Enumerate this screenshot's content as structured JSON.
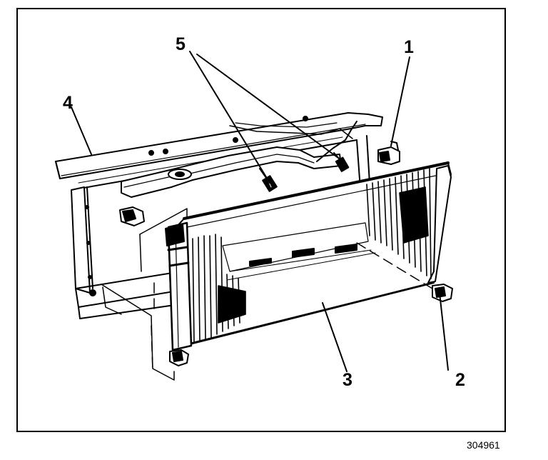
{
  "figure": {
    "figure_number": "304961",
    "callouts": [
      "1",
      "2",
      "3",
      "4",
      "5"
    ]
  },
  "colors": {
    "ink": "#000000",
    "paper": "#ffffff"
  }
}
